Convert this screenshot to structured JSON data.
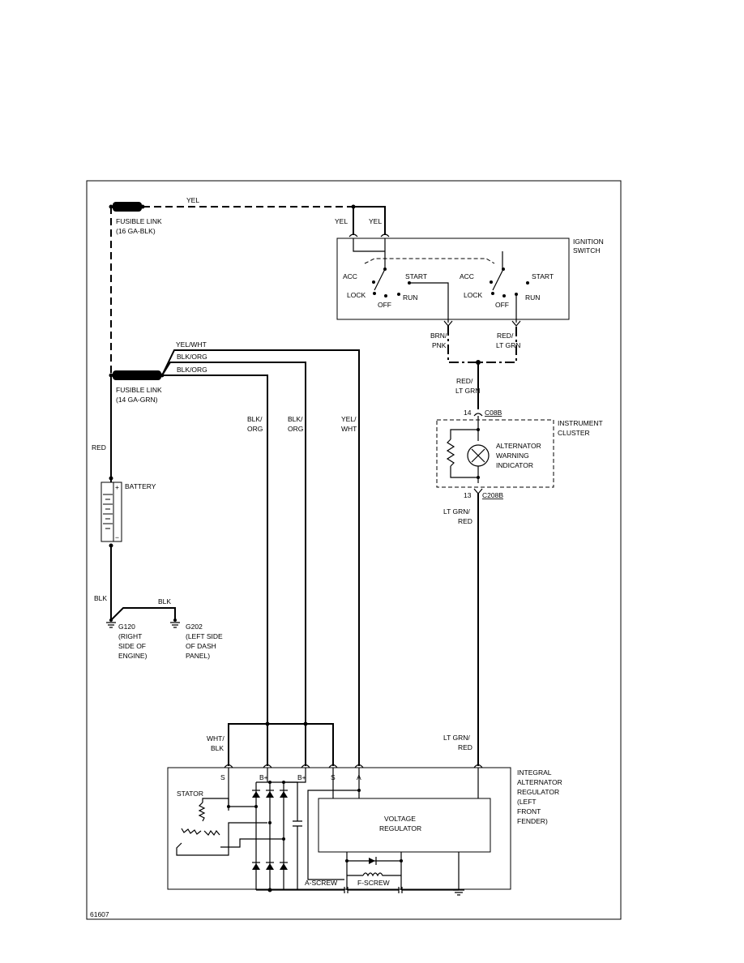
{
  "fusible_link_top": {
    "name": "FUSIBLE LINK",
    "spec": "(16 GA-BLK)"
  },
  "fusible_link_bottom": {
    "name": "FUSIBLE LINK",
    "spec": "(14 GA-GRN)"
  },
  "wires": {
    "yel": "YEL",
    "yel_wht": "YEL/WHT",
    "blk_org": "BLK/ORG",
    "blk_org_split": [
      "BLK/",
      "ORG"
    ],
    "yel_wht_split": [
      "YEL/",
      "WHT"
    ],
    "red": "RED",
    "blk": "BLK",
    "brn_pnk": [
      "BRN/",
      "PNK"
    ],
    "red_lt_grn": [
      "RED/",
      "LT GRN"
    ],
    "lt_grn_red": [
      "LT GRN/",
      "RED"
    ],
    "wht_blk": [
      "WHT/",
      "BLK"
    ]
  },
  "ignition_switch": {
    "title": [
      "IGNITION",
      "SWITCH"
    ],
    "positions": {
      "acc": "ACC",
      "start": "START",
      "lock": "LOCK",
      "off": "OFF",
      "run": "RUN"
    }
  },
  "battery": {
    "label": "BATTERY",
    "plus": "+",
    "minus": "−"
  },
  "grounds": {
    "g120": [
      "G120",
      "(RIGHT",
      "SIDE OF",
      "ENGINE)"
    ],
    "g202": [
      "G202",
      "(LEFT SIDE",
      "OF DASH",
      "PANEL)"
    ]
  },
  "instrument_cluster": {
    "title": [
      "INSTRUMENT",
      "CLUSTER"
    ],
    "indicator": [
      "ALTERNATOR",
      "WARNING",
      "INDICATOR"
    ],
    "pin_top": "14",
    "conn_top": "C08B",
    "pin_bottom": "13",
    "conn_bottom": "C208B"
  },
  "alternator": {
    "title": [
      "INTEGRAL",
      "ALTERNATOR",
      "REGULATOR",
      "(LEFT",
      "FRONT",
      "FENDER)"
    ],
    "stator": "STATOR",
    "regulator": [
      "VOLTAGE",
      "REGULATOR"
    ],
    "a_screw": "A-SCREW",
    "f_screw": "F-SCREW",
    "terminals": [
      "S",
      "B+",
      "B+",
      "S",
      "A"
    ]
  },
  "figure_id": "61607"
}
